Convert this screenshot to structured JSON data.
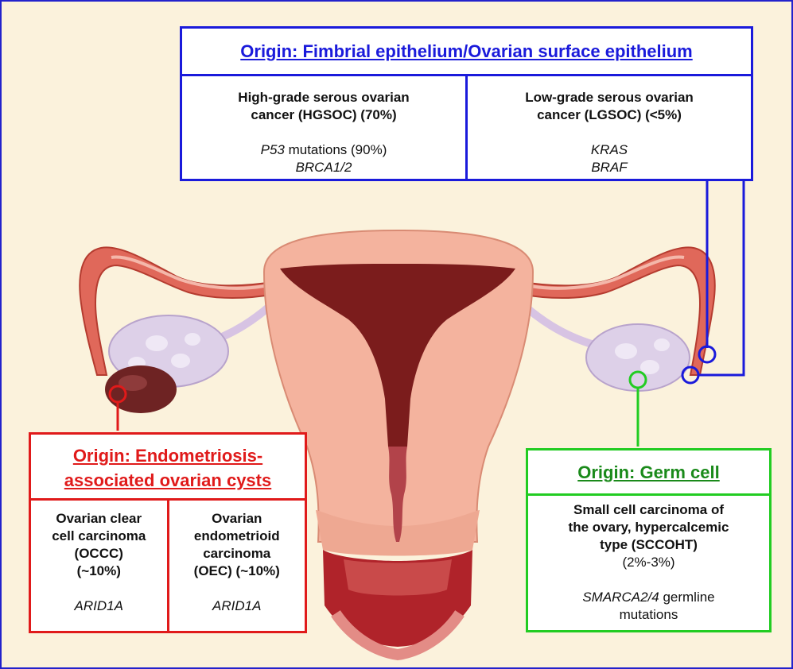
{
  "blue": {
    "title": "Origin: Fimbrial epithelium/Ovarian surface epithelium",
    "left": {
      "name_line1": "High-grade serous ovarian",
      "name_line2": "cancer (HGSOC) (70%)",
      "gene1_italic": "P53",
      "gene1_rest": " mutations (90%)",
      "gene2": "BRCA1/2"
    },
    "right": {
      "name_line1": "Low-grade serous ovarian",
      "name_line2": "cancer (LGSOC) (<5%)",
      "gene1": "KRAS",
      "gene2": "BRAF"
    }
  },
  "red": {
    "title_line1": "Origin: Endometriosis-",
    "title_line2": "associated ovarian cysts",
    "left": {
      "l1": "Ovarian clear",
      "l2": "cell carcinoma",
      "l3": "(OCCC)",
      "l4": "(~10%)",
      "gene": "ARID1A"
    },
    "right": {
      "l1": "Ovarian",
      "l2": "endometrioid",
      "l3": "carcinoma",
      "l4": "(OEC) (~10%)",
      "gene": "ARID1A"
    }
  },
  "green": {
    "title": "Origin: Germ cell",
    "l1": "Small cell carcinoma of",
    "l2": "the ovary, hypercalcemic",
    "l3": "type (SCCOHT)",
    "l4": "(2%-3%)",
    "gene_italic": "SMARCA2/4",
    "gene_rest": " germline",
    "gene_l2": "mutations"
  },
  "colors": {
    "blue": "#1a1adb",
    "red": "#e01a1a",
    "green": "#22cc22",
    "background": "#fbf2dc"
  }
}
